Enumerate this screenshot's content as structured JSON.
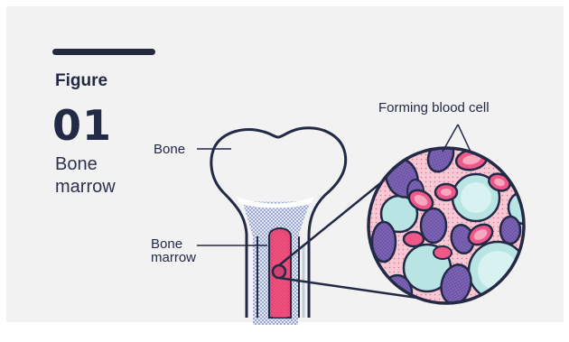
{
  "figure": {
    "label": "Figure",
    "number": "01",
    "caption": "Bone marrow"
  },
  "labels": {
    "bone": "Bone",
    "bone_marrow": "Bone marrow",
    "forming_blood_cell": "Forming blood cell"
  },
  "colors": {
    "background": "#f2f2f2",
    "outline": "#232a46",
    "marrow": "#f0507e",
    "spongy": "#c9d2e8",
    "purple_cell": "#7d64b6",
    "teal_cell": "#b8e4e4",
    "pink_cell": "#f0588a",
    "tissue": "#f7c8d4"
  }
}
